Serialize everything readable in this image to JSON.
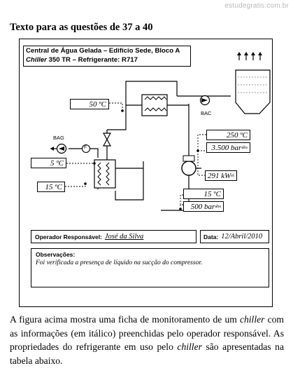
{
  "watermark": "estudegratis.com.br",
  "section_title": "Texto para as questões de 37 a 40",
  "header": {
    "line1": "Central de Água Gelada – Edifício Sede, Bloco A",
    "line2_italic": "Chiller",
    "line2_rest": " 350 TR – Refrigerante: R717"
  },
  "labels": {
    "bac": "BAC",
    "bag": "BAG",
    "f": "F"
  },
  "readings": {
    "temp_50": "50 ºC",
    "temp_250": "250 ºC",
    "pressure_3500": "3.500 bar",
    "pressure_3500_sub": "abs",
    "power_291": "291 kW",
    "power_291_sub": "el",
    "temp_5": "5 ºC",
    "temp_15_left": "15 ºC",
    "temp_15_right": "15 ºC",
    "pressure_500": "500 bar",
    "pressure_500_sub": "abs"
  },
  "operator": {
    "label": "Operador Responsável:",
    "value": "José da Silva"
  },
  "date": {
    "label": "Data:",
    "value": "12/Abril/2010"
  },
  "observations": {
    "label": "Observações:",
    "value": "Foi verificada a presença de líquido na sucção do compressor."
  },
  "paragraph": {
    "p1": "A figura acima mostra uma ficha de monitoramento de um ",
    "i1": "chiller",
    "p2": " com as informações (em itálico) preenchidas pelo operador responsável. As propriedades do refrigerante em uso pelo ",
    "i2": "chiller",
    "p3": " são apresentadas na tabela abaixo."
  }
}
